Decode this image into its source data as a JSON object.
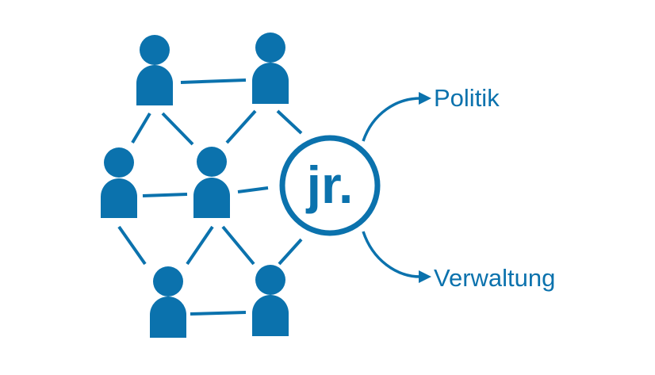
{
  "hub": {
    "label": "jr."
  },
  "targets": [
    {
      "label": "Politik"
    },
    {
      "label": "Verwaltung"
    }
  ],
  "people_count": 6,
  "colors": {
    "primary": "#0b72ad",
    "background": "#ffffff"
  }
}
